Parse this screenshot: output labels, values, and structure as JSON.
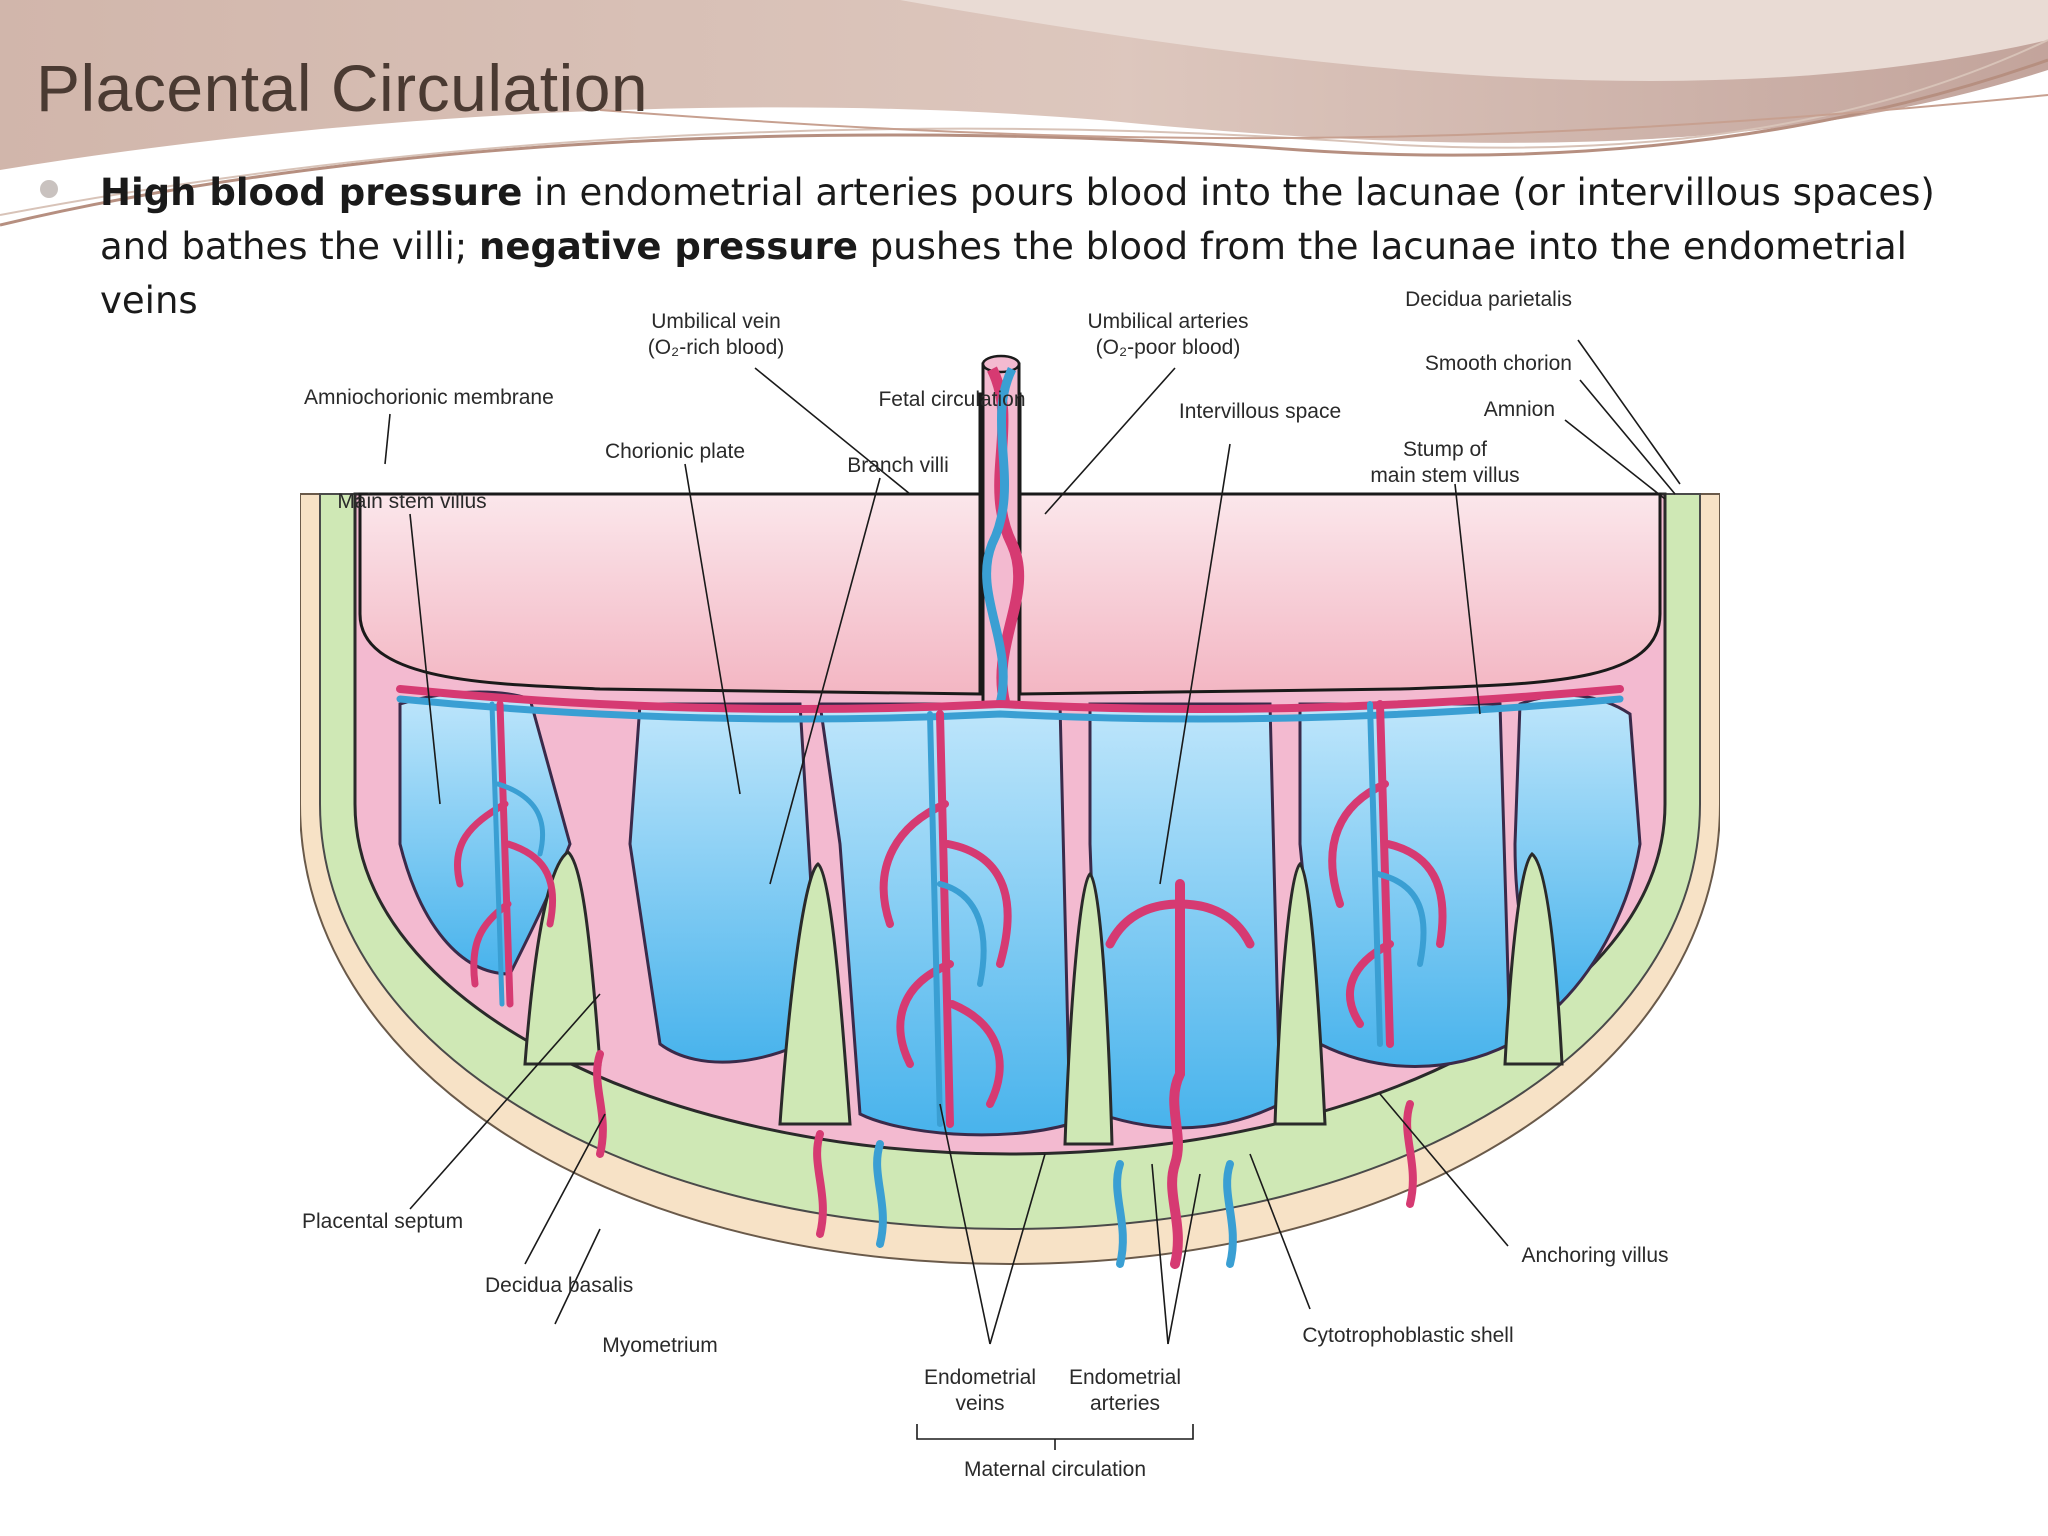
{
  "slide": {
    "title": "Placental Circulation",
    "bullet": {
      "bold1": "High blood pressure",
      "text1": " in endometrial arteries pours blood into the lacunae (or intervillous spaces) and bathes the villi; ",
      "bold2": "negative pressure",
      "text2": " pushes the blood from the lacunae into the endometrial veins"
    }
  },
  "diagram": {
    "labels": {
      "umbilical_vein_1": "Umbilical vein",
      "umbilical_vein_2": "(O₂-rich blood)",
      "umbilical_arteries_1": "Umbilical arteries",
      "umbilical_arteries_2": "(O₂-poor blood)",
      "decidua_parietalis": "Decidua parietalis",
      "smooth_chorion": "Smooth chorion",
      "amnion": "Amnion",
      "amniochorionic_membrane": "Amniochorionic membrane",
      "fetal_circulation": "Fetal circulation",
      "intervillous_space": "Intervillous space",
      "chorionic_plate": "Chorionic plate",
      "branch_villi": "Branch villi",
      "stump_1": "Stump of",
      "stump_2": "main stem villus",
      "main_stem_villus": "Main stem villus",
      "placental_septum": "Placental septum",
      "decidua_basalis": "Decidua basalis",
      "myometrium": "Myometrium",
      "endometrial_veins_1": "Endometrial",
      "endometrial_veins_2": "veins",
      "endometrial_arteries_1": "Endometrial",
      "endometrial_arteries_2": "arteries",
      "maternal_circulation": "Maternal circulation",
      "cytotrophoblastic_shell": "Cytotrophoblastic shell",
      "anchoring_villus": "Anchoring villus"
    },
    "colors": {
      "myometrium": "#f7e2c6",
      "decidua": "#cfe8b5",
      "amniotic_cavity": "#f3c7cf",
      "chorion": "#f2a9c6",
      "intervillous_blood": "#8fd2f2",
      "artery": "#d63a72",
      "vein": "#3a9fd3"
    }
  }
}
